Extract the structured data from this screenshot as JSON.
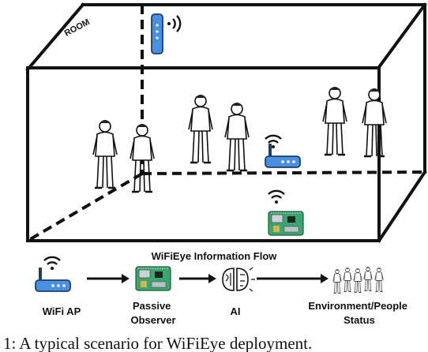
{
  "room": {
    "label": "ROOM"
  },
  "flow": {
    "title": "WiFiEye Information Flow",
    "steps": [
      {
        "label_lines": [
          "WiFi AP"
        ]
      },
      {
        "label_lines": [
          "Passive",
          "Observer"
        ]
      },
      {
        "label_lines": [
          "AI"
        ]
      },
      {
        "label_lines": [
          "Environment/People",
          "Status"
        ]
      }
    ]
  },
  "caption": "1: A typical scenario for WiFiEye deployment."
}
